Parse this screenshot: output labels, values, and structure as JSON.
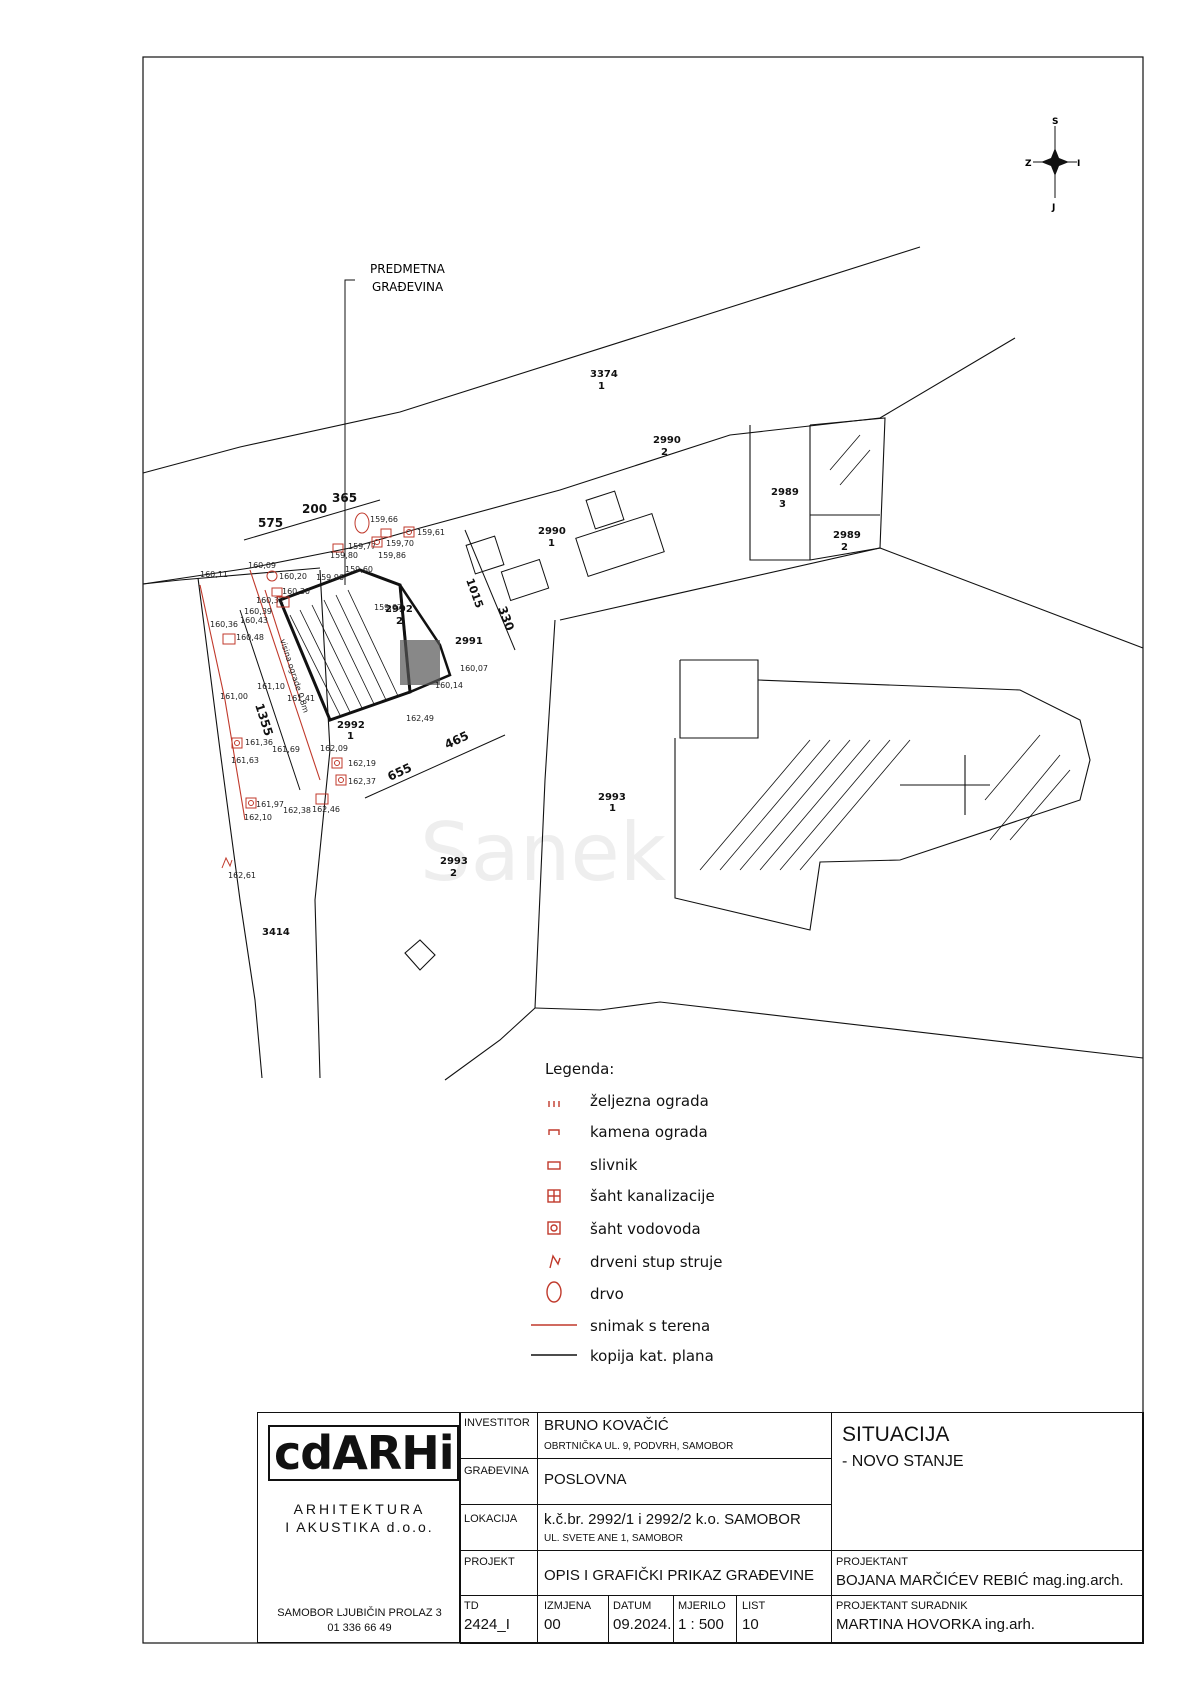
{
  "drawing": {
    "pointer_label": [
      "PREDMETNA",
      "GRAĐEVINA"
    ],
    "compass": {
      "n": "S",
      "s": "J",
      "w": "Z",
      "e": "I"
    },
    "watermark": "Sanek",
    "parcels": [
      {
        "top": "3374",
        "bottom": "1"
      },
      {
        "top": "2990",
        "bottom": "2"
      },
      {
        "top": "2990",
        "bottom": "1"
      },
      {
        "top": "2989",
        "bottom": "3"
      },
      {
        "top": "2989",
        "bottom": "2"
      },
      {
        "top": "2992",
        "bottom": "2"
      },
      {
        "top": "2991",
        "bottom": ""
      },
      {
        "top": "2992",
        "bottom": "1"
      },
      {
        "top": "2993",
        "bottom": "1"
      },
      {
        "top": "2993",
        "bottom": "2"
      },
      {
        "top": "3414",
        "bottom": ""
      }
    ],
    "dimensions": [
      "575",
      "200",
      "365",
      "1355",
      "655",
      "465",
      "1015",
      "330"
    ],
    "elevations": [
      "159,66",
      "159,77",
      "159,70",
      "159,61",
      "159,80",
      "159,86",
      "160,20",
      "160,11",
      "160,09",
      "159,96",
      "159,60",
      "160,30",
      "160,32",
      "160,39",
      "160,43",
      "159,67",
      "160,36",
      "160,48",
      "160,07",
      "161,10",
      "161,41",
      "160,14",
      "161,00",
      "162,49",
      "161,36",
      "161,69",
      "161,63",
      "162,09",
      "162,19",
      "162,37",
      "161,97",
      "162,10",
      "162,38",
      "162,46",
      "162,61"
    ],
    "slope_note": "visina ograde 0,8m"
  },
  "legend": {
    "title": "Legenda:",
    "items": [
      {
        "symbol": "fence-iron",
        "label": "željezna ograda"
      },
      {
        "symbol": "fence-stone",
        "label": "kamena ograda"
      },
      {
        "symbol": "drain",
        "label": "slivnik"
      },
      {
        "symbol": "sewer-manhole",
        "label": "šaht kanalizacije"
      },
      {
        "symbol": "water-manhole",
        "label": "šaht vodovoda"
      },
      {
        "symbol": "wooden-pole",
        "label": "drveni stup struje"
      },
      {
        "symbol": "tree",
        "label": "drvo"
      },
      {
        "symbol": "red-line",
        "label": "snimak s terena"
      },
      {
        "symbol": "black-line",
        "label": "kopija kat. plana"
      }
    ]
  },
  "title_block": {
    "company_line1": "ARHITEKTURA",
    "company_line2": "I AKUSTIKA d.o.o.",
    "logo_text": "cdARHi",
    "address": "SAMOBOR  LJUBIČIN PROLAZ 3",
    "phone": "01 336 66 49",
    "investitor_label": "INVESTITOR",
    "investitor_name": "BRUNO KOVAČIĆ",
    "investitor_address": "OBRTNIČKA UL. 9, PODVRH, SAMOBOR",
    "gradevina_label": "GRAĐEVINA",
    "gradevina_value": "POSLOVNA",
    "lokacija_label": "LOKACIJA",
    "lokacija_value": "k.č.br. 2992/1 i 2992/2  k.o. SAMOBOR",
    "lokacija_sub": "UL. SVETE ANE 1, SAMOBOR",
    "projekt_label": "PROJEKT",
    "projekt_value": "OPIS I GRAFIČKI PRIKAZ GRAĐEVINE",
    "sheet_title": "SITUACIJA",
    "sheet_subtitle": "- NOVO STANJE",
    "projektant_label": "PROJEKTANT",
    "projektant_value": "BOJANA MARČIĆEV REBIĆ mag.ing.arch.",
    "suradnik_label": "PROJEKTANT SURADNIK",
    "suradnik_value": "MARTINA HOVORKA ing.arh.",
    "td_label": "TD",
    "td_value": "2424_I",
    "izmjena_label": "IZMJENA",
    "izmjena_value": "00",
    "datum_label": "DATUM",
    "datum_value": "09.2024.",
    "mjerilo_label": "MJERILO",
    "mjerilo_value": "1 : 500",
    "list_label": "LIST",
    "list_value": "10"
  },
  "colors": {
    "survey_red": "#c0392b",
    "cadastre_black": "#111111"
  }
}
